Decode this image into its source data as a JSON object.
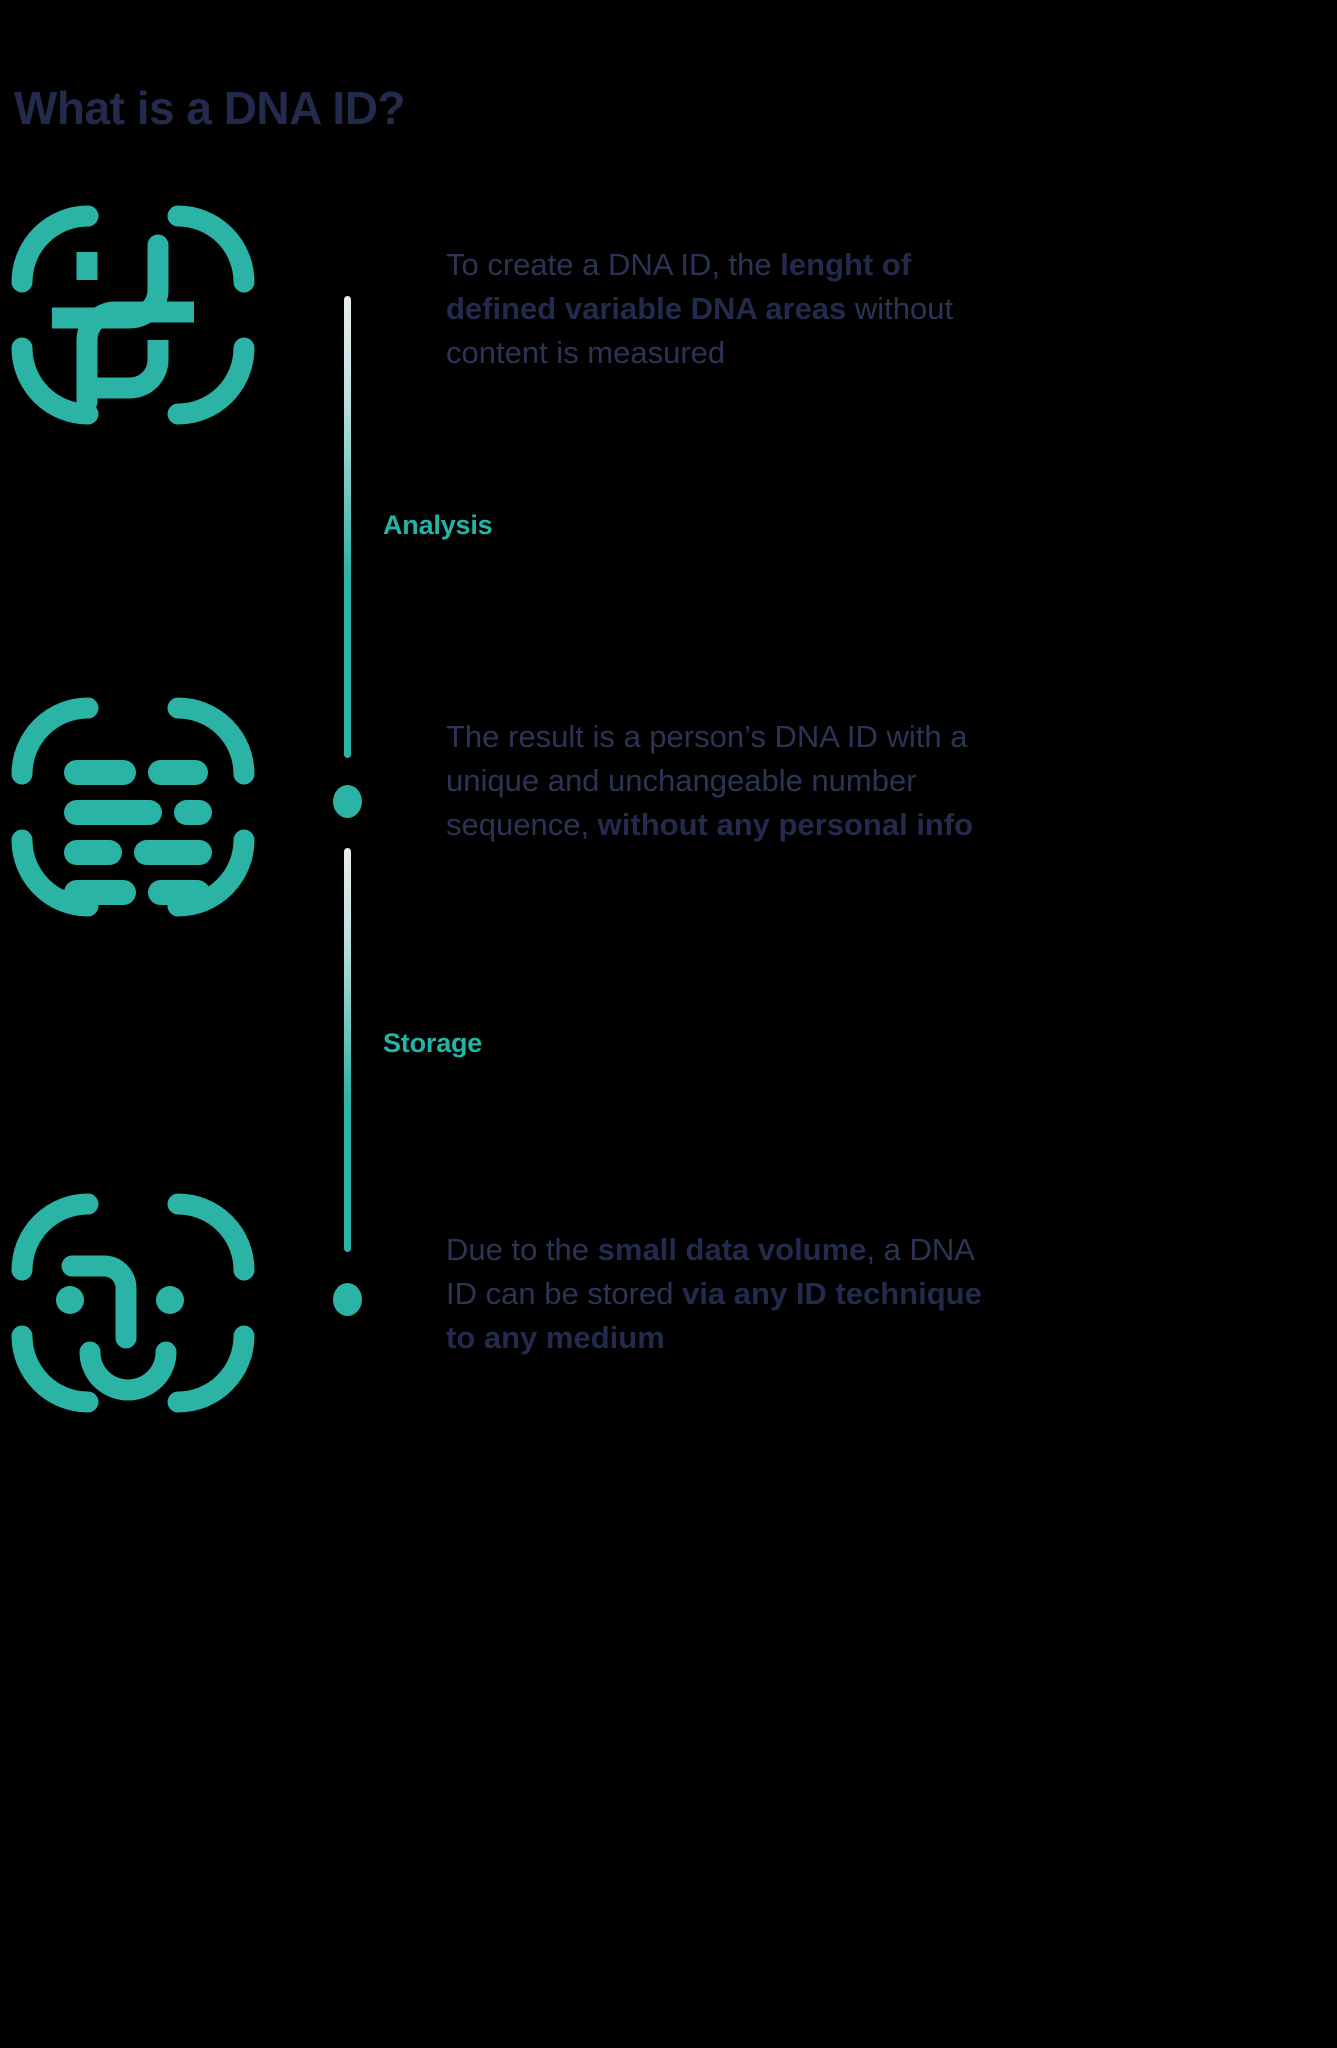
{
  "title": "What is a DNA ID?",
  "colors": {
    "background": "#000000",
    "navy": "#222B4B",
    "body_text": "#2C3455",
    "teal": "#2BB3A6",
    "spine_top": "#E9ECEE"
  },
  "timeline": {
    "stages": [
      {
        "id": "analysis",
        "label": "Analysis"
      },
      {
        "id": "storage",
        "label": "Storage"
      }
    ]
  },
  "steps": [
    {
      "icon": "dna-helix-scan-icon",
      "icon_label": "DNA helix inside scan brackets",
      "text_plain": "To create a DNA ID, the lenght of defined variable DNA areas without content is measured",
      "text_html": "To create a DNA ID, the <b>lenght of defined variable DNA areas</b> without content is measured"
    },
    {
      "icon": "fingerprint-barcode-scan-icon",
      "icon_label": "Barcode fingerprint inside scan brackets",
      "text_plain": "The result is a person’s DNA ID with a unique and unchangeable number sequence, without any personal info",
      "text_html": "The result is a person’s DNA ID with a unique and unchangeable number sequence, <b>without any personal info</b>"
    },
    {
      "icon": "face-id-scan-icon",
      "icon_label": "Face inside scan brackets",
      "text_plain": "Due to the small data volume, a DNA ID can be stored via any ID technique to any medium",
      "text_html": "Due to the <b>small data volume</b>, a DNA ID can be stored <b>via any ID technique to any medium</b>"
    }
  ]
}
